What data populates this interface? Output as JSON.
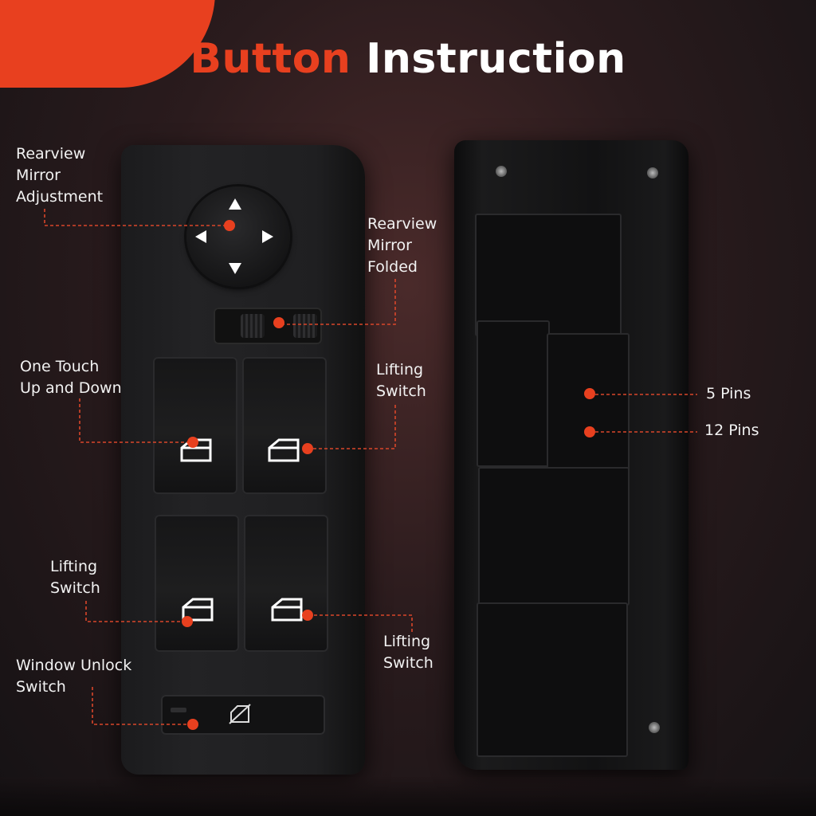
{
  "title": {
    "word1": "Button",
    "word2": "Instruction"
  },
  "labels": {
    "rearview_mirror_adjustment": "Rearview\nMirror\nAdjustment",
    "rearview_mirror_folded": "Rearview\nMirror\nFolded",
    "one_touch": "One Touch\nUp and Down",
    "lifting_switch_top_right": "Lifting\nSwitch",
    "lifting_switch_bottom_left": "Lifting\nSwitch",
    "lifting_switch_bottom_right": "Lifting\nSwitch",
    "window_unlock_switch": "Window Unlock\nSwitch",
    "five_pins": "5 Pins",
    "twelve_pins": "12 Pins"
  },
  "colors": {
    "accent": "#e8401f",
    "text": "#f2f2f2",
    "leader_line": "#d9462a"
  },
  "icons": {
    "window_button": "car-window-icon",
    "unlock_button": "window-lock-crossed-icon",
    "mirror_arrows": "direction-arrows-icon"
  }
}
